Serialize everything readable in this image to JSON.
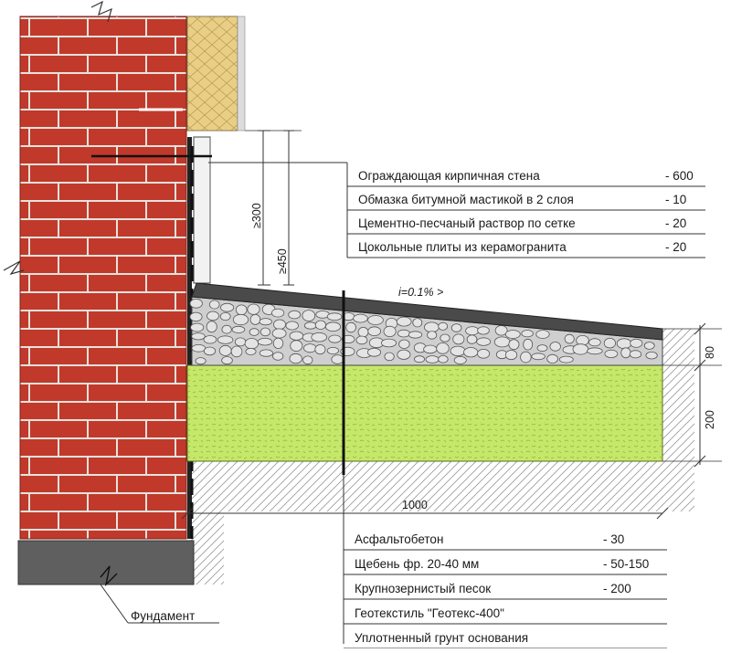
{
  "colors": {
    "brick": "#c0392b",
    "mortar": "#e6e2dc",
    "insulation": "#e9cf86",
    "asphalt": "#4a4a4a",
    "gravel_fill": "#cfcfcf",
    "sand": "#c6e86a",
    "foundation": "#5f5f5f"
  },
  "upper_layers": [
    {
      "name": "Ограждающая кирпичная стена",
      "value": "- 600"
    },
    {
      "name": "Обмазка битумной мастикой в 2 слоя",
      "value": "- 10"
    },
    {
      "name": "Цементно-песчаный раствор по сетке",
      "value": "- 20"
    },
    {
      "name": "Цокольные плиты из керамогранита",
      "value": "- 20"
    }
  ],
  "lower_layers": [
    {
      "name": "Асфальтобетон",
      "value": "- 30"
    },
    {
      "name": "Щебень фр. 20-40 мм",
      "value": "- 50-150"
    },
    {
      "name": "Крупнозернистый песок",
      "value": "- 200"
    },
    {
      "name": "Геотекстиль \"Геотекс-400\"",
      "value": ""
    },
    {
      "name": "Уплотненный грунт основания",
      "value": ""
    }
  ],
  "dimensions": {
    "h1": "≥300",
    "h2": "≥450",
    "slope": "i=0.1% >",
    "gravel": "80",
    "sand": "200",
    "width": "1000"
  },
  "foundation_label": "Фундамент"
}
